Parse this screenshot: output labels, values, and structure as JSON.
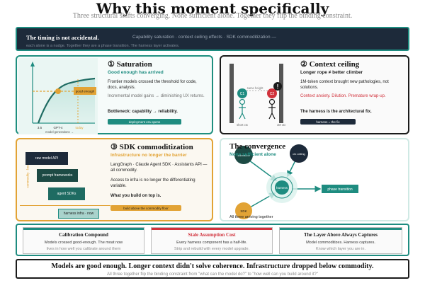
{
  "header": {
    "title": "Why this moment specifically",
    "subtitle": "Three structural shifts converging. None sufficient alone. Together they flip the binding constraint."
  },
  "timing": {
    "title": "The timing is not accidental.",
    "tags": "Capability saturation · context ceiling effects · SDK commoditization —",
    "footnote": "each alone is a nudge. Together they are a phase transition. The harness layer activates."
  },
  "saturation": {
    "number_title": "① Saturation",
    "subtitle": "Good enough has arrived",
    "body1": "Frontier models crossed the threshold for code, docs, analysis.",
    "body2": "Incremental model gains → diminishing UX returns.",
    "emphasis": "Bottleneck: capability → reliability.",
    "pill": "deployment era opens",
    "chart": {
      "threshold_label": "good enough",
      "x_axis_label": "model generations →",
      "ticks": [
        "3.5",
        "GPT-4",
        "today"
      ]
    }
  },
  "context": {
    "number_title": "② Context ceiling",
    "subtitle": "Longer rope ≠ better climber",
    "body1": "1M-token context brought new pathologies, not solutions.",
    "red": "Context anxiety. Dilution. Premature wrap-up.",
    "emphasis": "The harness is the architectural fix.",
    "pill": "harness = the fix",
    "figure": {
      "left_label": "C1",
      "right_label": "C2",
      "same_height": "same height",
      "left_caption": "short ctx",
      "right_caption": "1M ctx"
    }
  },
  "sdk": {
    "number_title": "③ SDK commoditization",
    "subtitle": "Infrastructure no longer the barrier",
    "body1": "LangGraph · Claude Agent SDK · Assistants API — all commodity.",
    "body2": "Access to infra is no longer the differentiating variable.",
    "emphasis": "What you build on top is.",
    "pill": "build above the commodity floor",
    "side_label": "commodity · bedrock",
    "stack": [
      "raw model API",
      "prompt frameworks",
      "agent SDKs",
      "harness infra · now"
    ]
  },
  "convergence": {
    "title": "The convergence",
    "subtitle": "None sufficient alone",
    "node_top_left": "saturation",
    "node_top_right": "ctx ceiling",
    "node_bottom": "SDK",
    "center": "harness",
    "phase": "phase transition",
    "caption": "All three arriving together"
  },
  "cards": [
    {
      "title": "Calibration Compound",
      "line1": "Models crossed good-enough. The moat now",
      "line2": "lives in how well you calibrate around them",
      "color": "#1e8c80"
    },
    {
      "title": "Stale Assumption Cost",
      "line1": "Every harness component has a half-life.",
      "line2": "Strip and rebuild with every model upgrade.",
      "color": "#d1323c"
    },
    {
      "title": "The Layer Above Always Captures",
      "line1": "Model commoditizes. Harness captures.",
      "line2": "Know which layer you are in.",
      "color": "#1e8c80"
    }
  ],
  "footer": {
    "main": "Models are good enough. Longer context didn't solve coherence. Infrastructure dropped below commodity.",
    "sub": "All three together flip the binding constraint from \"what can the model do?\" to \"how well can you build around it?\""
  },
  "colors": {
    "teal": "#1e8c80",
    "navy": "#1d2a3a",
    "amber": "#e2a335",
    "red": "#d1323c"
  }
}
